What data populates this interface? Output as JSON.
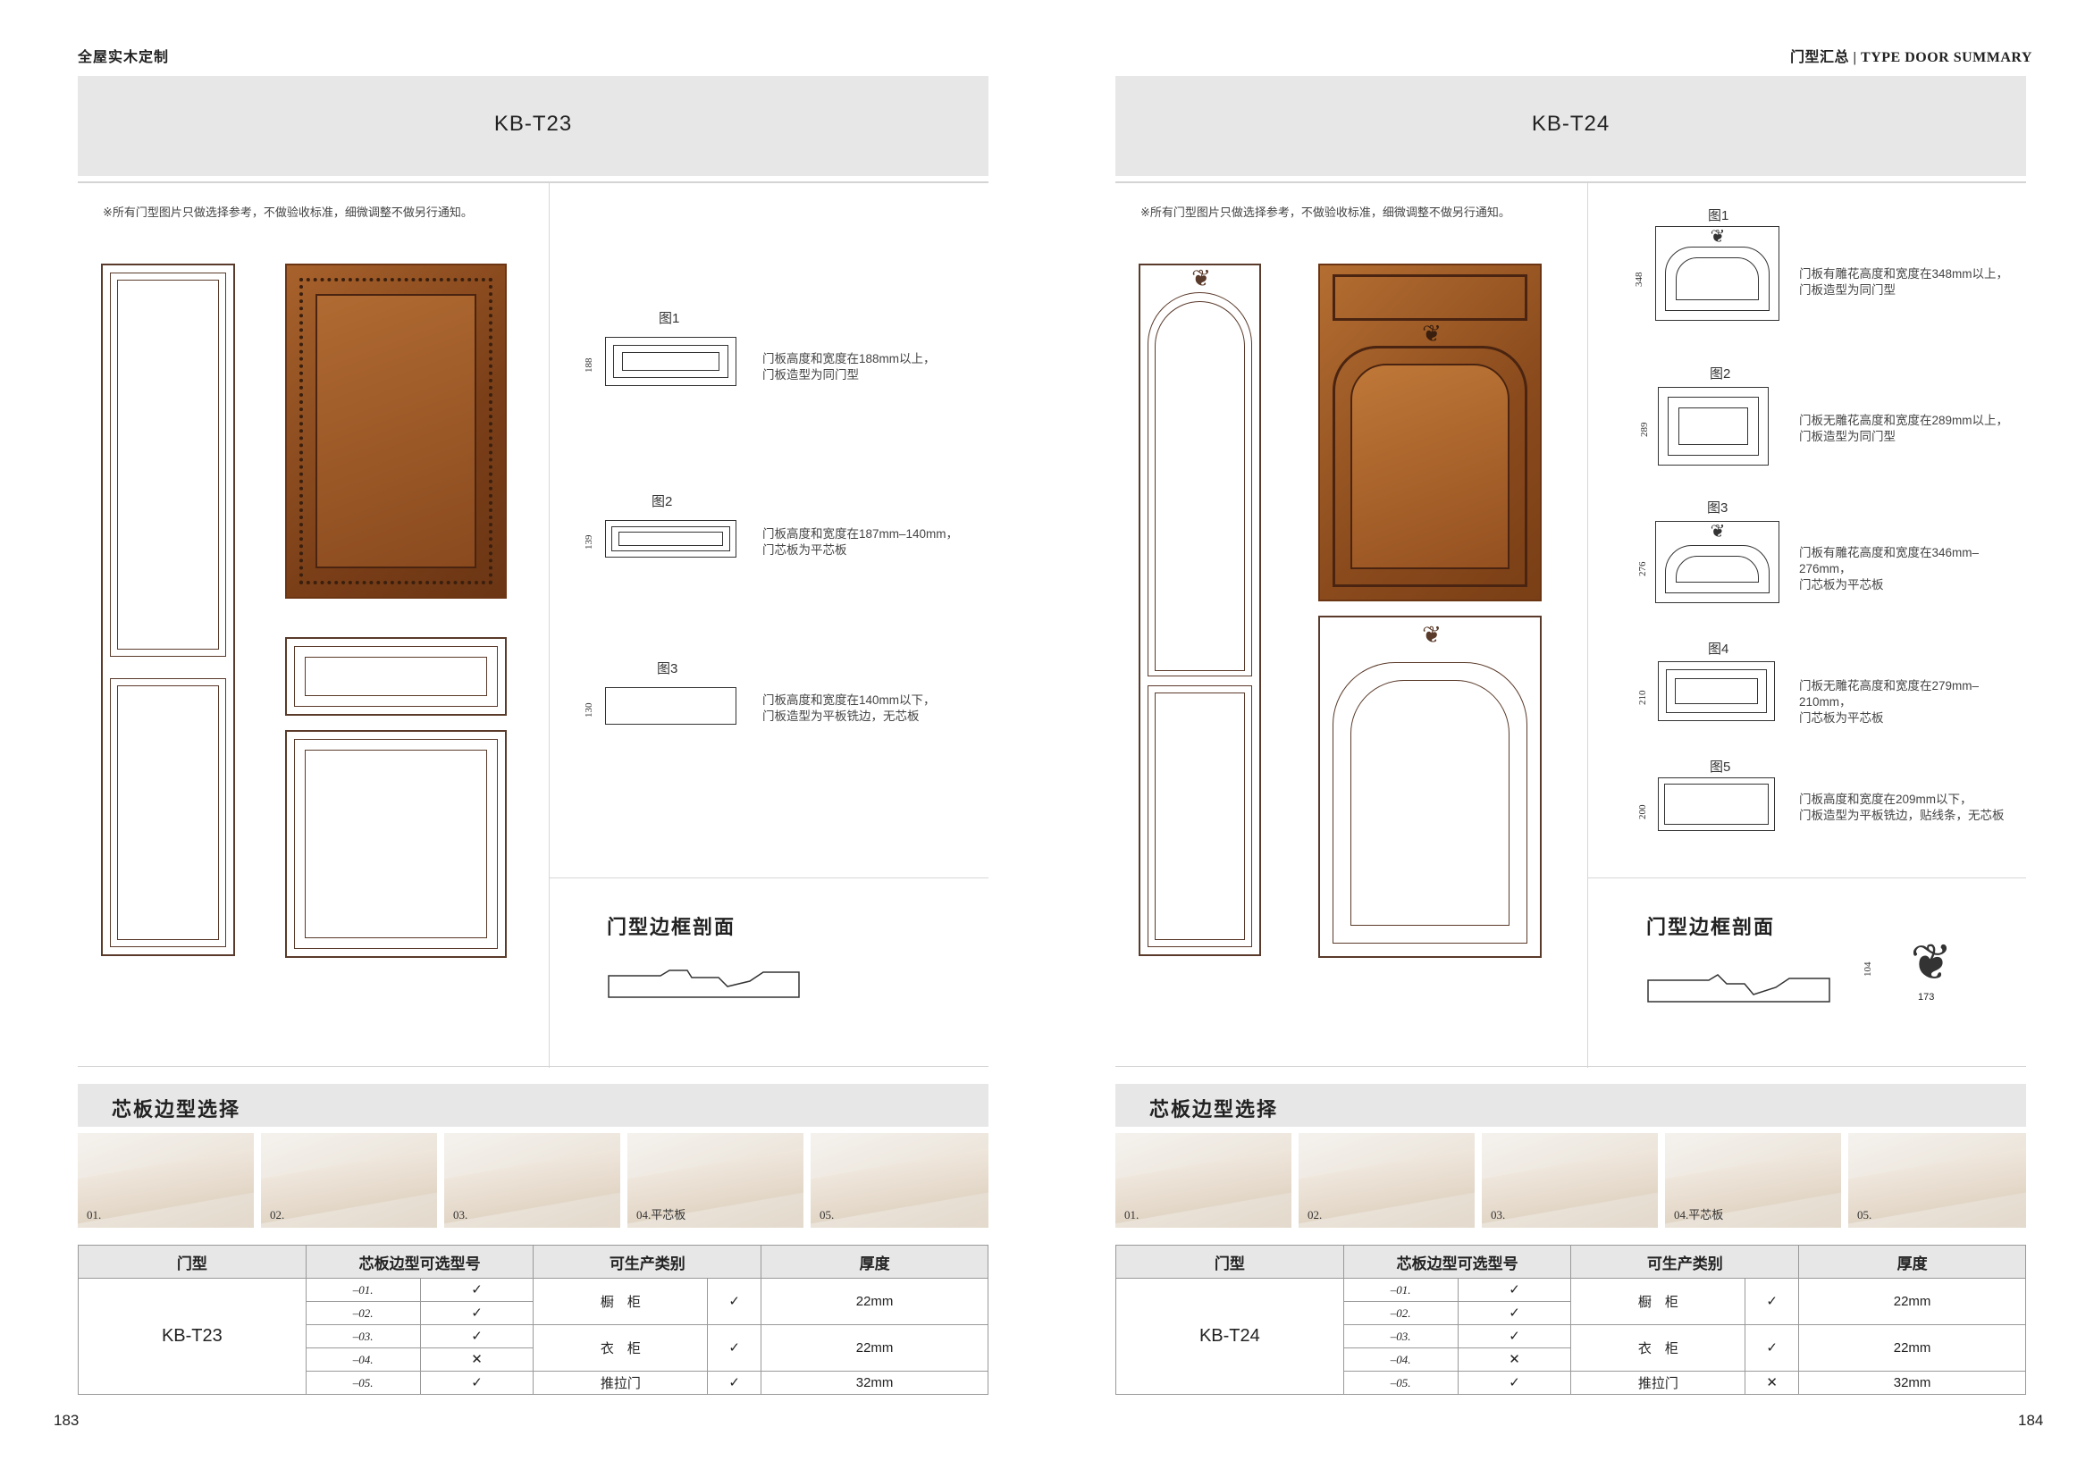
{
  "header": {
    "brand": "全屋实木定制",
    "section": "门型汇总 | TYPE DOOR SUMMARY"
  },
  "pages": [
    {
      "model": "KB-T23",
      "disclaimer": "※所有门型图片只做选择参考，不做验收标准，细微调整不做另行通知。",
      "figures": [
        {
          "label": "图1",
          "dim": "188",
          "desc": "门板高度和宽度在188mm以上，\n门板造型为同门型"
        },
        {
          "label": "图2",
          "dim": "139",
          "desc": "门板高度和宽度在187mm–140mm，\n门芯板为平芯板"
        },
        {
          "label": "图3",
          "dim": "130",
          "desc": "门板高度和宽度在140mm以下，\n门板造型为平板铣边，无芯板"
        }
      ],
      "frame_title": "门型边框剖面",
      "panel_title": "芯板边型选择",
      "swatches": [
        "01.",
        "02.",
        "03.",
        "04.平芯板",
        "05."
      ],
      "table": {
        "headers": [
          "门型",
          "芯板边型可选型号",
          "可生产类别",
          "厚度"
        ],
        "model": "KB-T23",
        "options": [
          {
            "code": "–01.",
            "ok": "✓"
          },
          {
            "code": "–02.",
            "ok": "✓"
          },
          {
            "code": "–03.",
            "ok": "✓"
          },
          {
            "code": "–04.",
            "ok": "✕"
          },
          {
            "code": "–05.",
            "ok": "✓"
          }
        ],
        "categories": [
          {
            "name": "橱　柜",
            "ok": "✓",
            "thickness": "22mm"
          },
          {
            "name": "衣　柜",
            "ok": "✓",
            "thickness": "22mm"
          },
          {
            "name": "推拉门",
            "ok": "✓",
            "thickness": "32mm"
          }
        ]
      },
      "page_number": "183"
    },
    {
      "model": "KB-T24",
      "disclaimer": "※所有门型图片只做选择参考，不做验收标准，细微调整不做另行通知。",
      "figures": [
        {
          "label": "图1",
          "dim": "348",
          "desc": "门板有雕花高度和宽度在348mm以上，\n门板造型为同门型"
        },
        {
          "label": "图2",
          "dim": "289",
          "desc": "门板无雕花高度和宽度在289mm以上，\n门板造型为同门型"
        },
        {
          "label": "图3",
          "dim": "276",
          "desc": "门板有雕花高度和宽度在346mm–276mm，\n门芯板为平芯板"
        },
        {
          "label": "图4",
          "dim": "210",
          "desc": "门板无雕花高度和宽度在279mm–210mm，\n门芯板为平芯板"
        },
        {
          "label": "图5",
          "dim": "200",
          "desc": "门板高度和宽度在209mm以下，\n门板造型为平板铣边，贴线条，无芯板"
        }
      ],
      "frame_title": "门型边框剖面",
      "carving_dims": {
        "height": "104",
        "width": "173"
      },
      "panel_title": "芯板边型选择",
      "swatches": [
        "01.",
        "02.",
        "03.",
        "04.平芯板",
        "05."
      ],
      "table": {
        "headers": [
          "门型",
          "芯板边型可选型号",
          "可生产类别",
          "厚度"
        ],
        "model": "KB-T24",
        "options": [
          {
            "code": "–01.",
            "ok": "✓"
          },
          {
            "code": "–02.",
            "ok": "✓"
          },
          {
            "code": "–03.",
            "ok": "✓"
          },
          {
            "code": "–04.",
            "ok": "✕"
          },
          {
            "code": "–05.",
            "ok": "✓"
          }
        ],
        "categories": [
          {
            "name": "橱　柜",
            "ok": "✓",
            "thickness": "22mm"
          },
          {
            "name": "衣　柜",
            "ok": "✓",
            "thickness": "22mm"
          },
          {
            "name": "推拉门",
            "ok": "✕",
            "thickness": "32mm"
          }
        ]
      },
      "page_number": "184"
    }
  ],
  "colors": {
    "band": "#e7e7e7",
    "wood": "#9b5a2a",
    "line": "#5a3a2a"
  }
}
